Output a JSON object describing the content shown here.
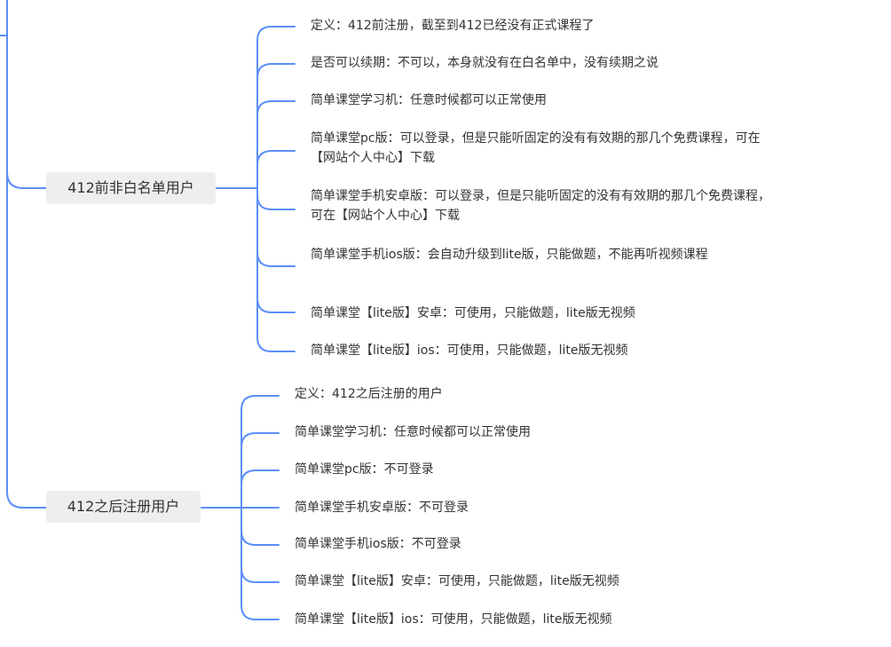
{
  "colors": {
    "connector": "#5b8ff9",
    "node_fill": "#eeeeee",
    "text": "#333333",
    "background": "#ffffff"
  },
  "groups": [
    {
      "label": "412前非白名单用户",
      "items": [
        "定义：412前注册，截至到412已经没有正式课程了",
        "是否可以续期：不可以，本身就没有在白名单中，没有续期之说",
        "简单课堂学习机：任意时候都可以正常使用",
        "简单课堂pc版：可以登录，但是只能听固定的没有有效期的那几个免费课程，可在【网站个人中心】下载",
        "简单课堂手机安卓版：可以登录，但是只能听固定的没有有效期的那几个免费课程，可在【网站个人中心】下载",
        "简单课堂手机ios版：会自动升级到lite版，只能做题，不能再听视频课程",
        "简单课堂【lite版】安卓：可使用，只能做题，lite版无视频",
        "简单课堂【lite版】ios：可使用，只能做题，lite版无视频"
      ]
    },
    {
      "label": "412之后注册用户",
      "items": [
        "定义：412之后注册的用户",
        "简单课堂学习机：任意时候都可以正常使用",
        "简单课堂pc版：不可登录",
        "简单课堂手机安卓版：不可登录",
        "简单课堂手机ios版：不可登录",
        "简单课堂【lite版】安卓：可使用，只能做题，lite版无视频",
        "简单课堂【lite版】ios：可使用，只能做题，lite版无视频"
      ]
    }
  ]
}
